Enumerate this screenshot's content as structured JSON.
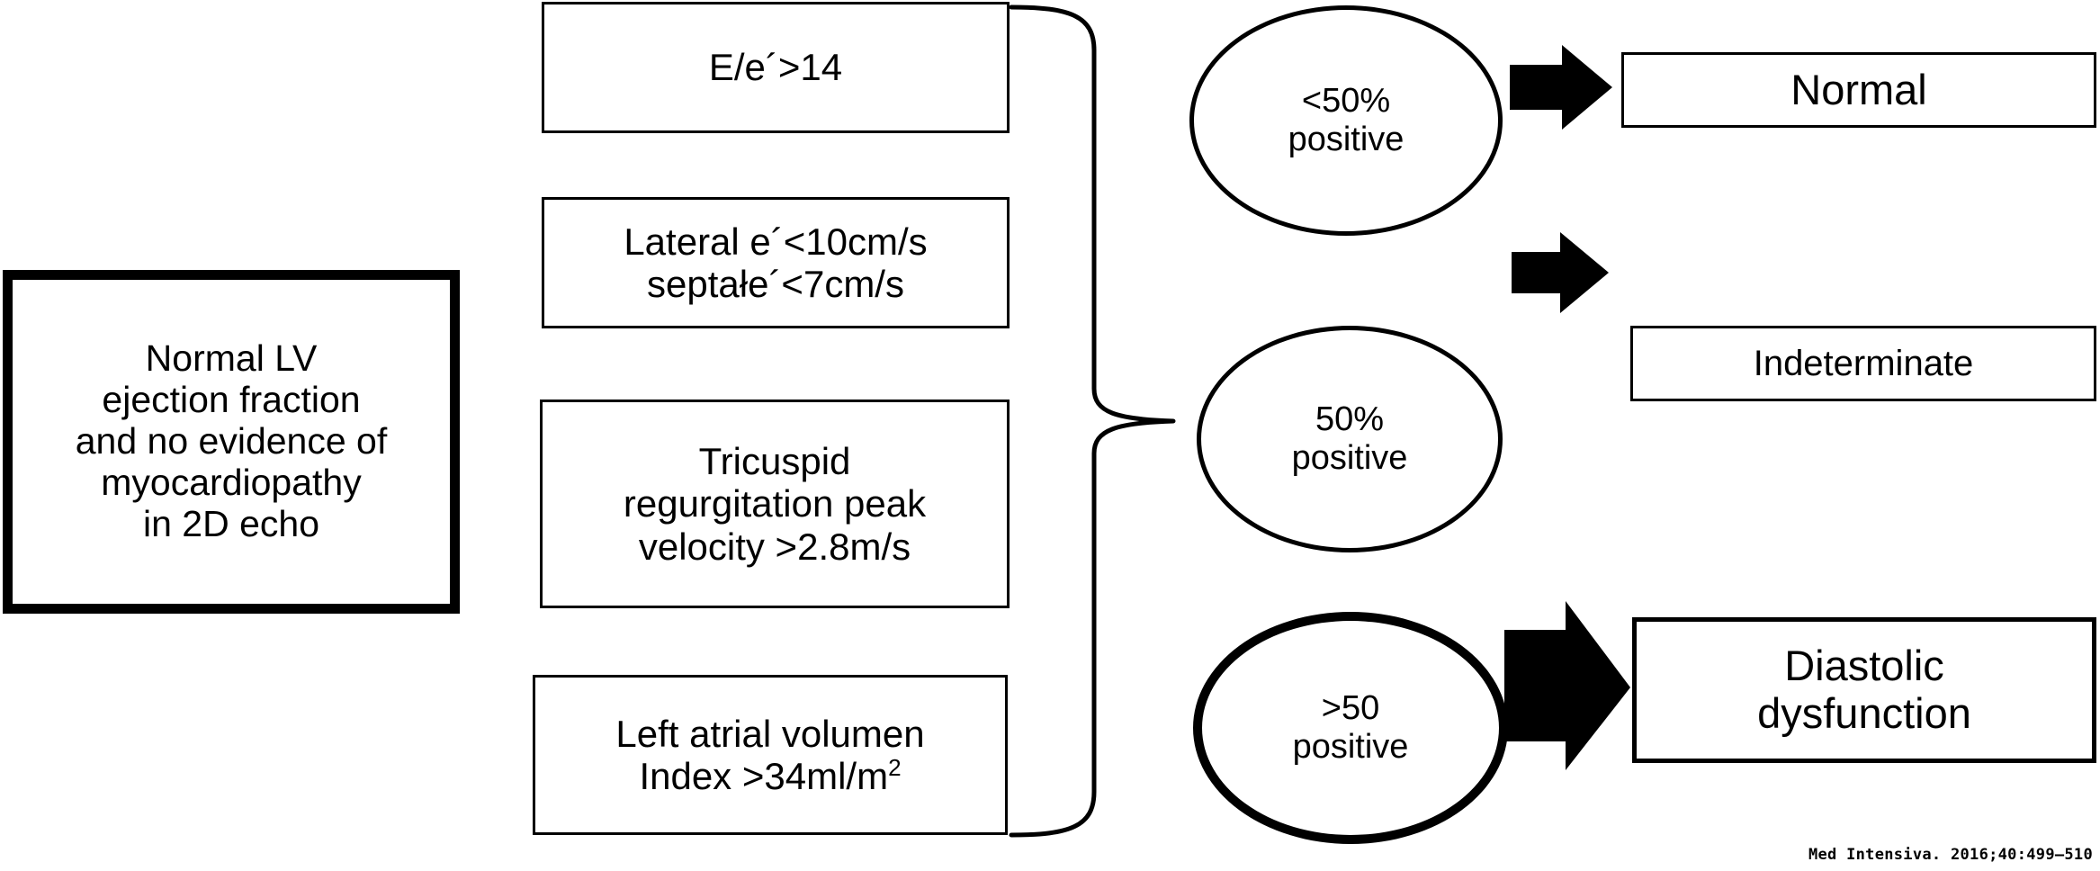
{
  "figure": {
    "type": "flowchart",
    "orientation": "left-to-right",
    "citation": "Med Intensiva. 2016;40:499–510"
  },
  "source_node": {
    "label": "Normal LV\nejection fraction\nand no evidence of\nmyocardiopathy\nin 2D echo"
  },
  "criteria": [
    {
      "label": "E/e´>14"
    },
    {
      "label": "Lateral e´<10cm/s\nseptałe´<7cm/s"
    },
    {
      "label": "Tricuspid\nregurgitation peak\nvelocity >2.8m/s"
    },
    {
      "label_line1": "Left atrial volumen",
      "label_line2_pre": "Index >34ml/m",
      "label_line2_sup": "2"
    }
  ],
  "decisions": [
    {
      "label": "<50%\npositive"
    },
    {
      "label": "50%\npositive"
    },
    {
      "label": ">50\npositive"
    }
  ],
  "outcomes": [
    {
      "label": "Normal"
    },
    {
      "label": "Indeterminate"
    },
    {
      "label": "Diastolic\ndysfunction"
    }
  ],
  "connectors": {
    "brace_name": "right-curly-brace",
    "arrow_name": "block-arrow-right",
    "count_arrows": 3
  },
  "colors": {
    "stroke": "#000000",
    "fill": "#ffffff",
    "text": "#000000"
  }
}
